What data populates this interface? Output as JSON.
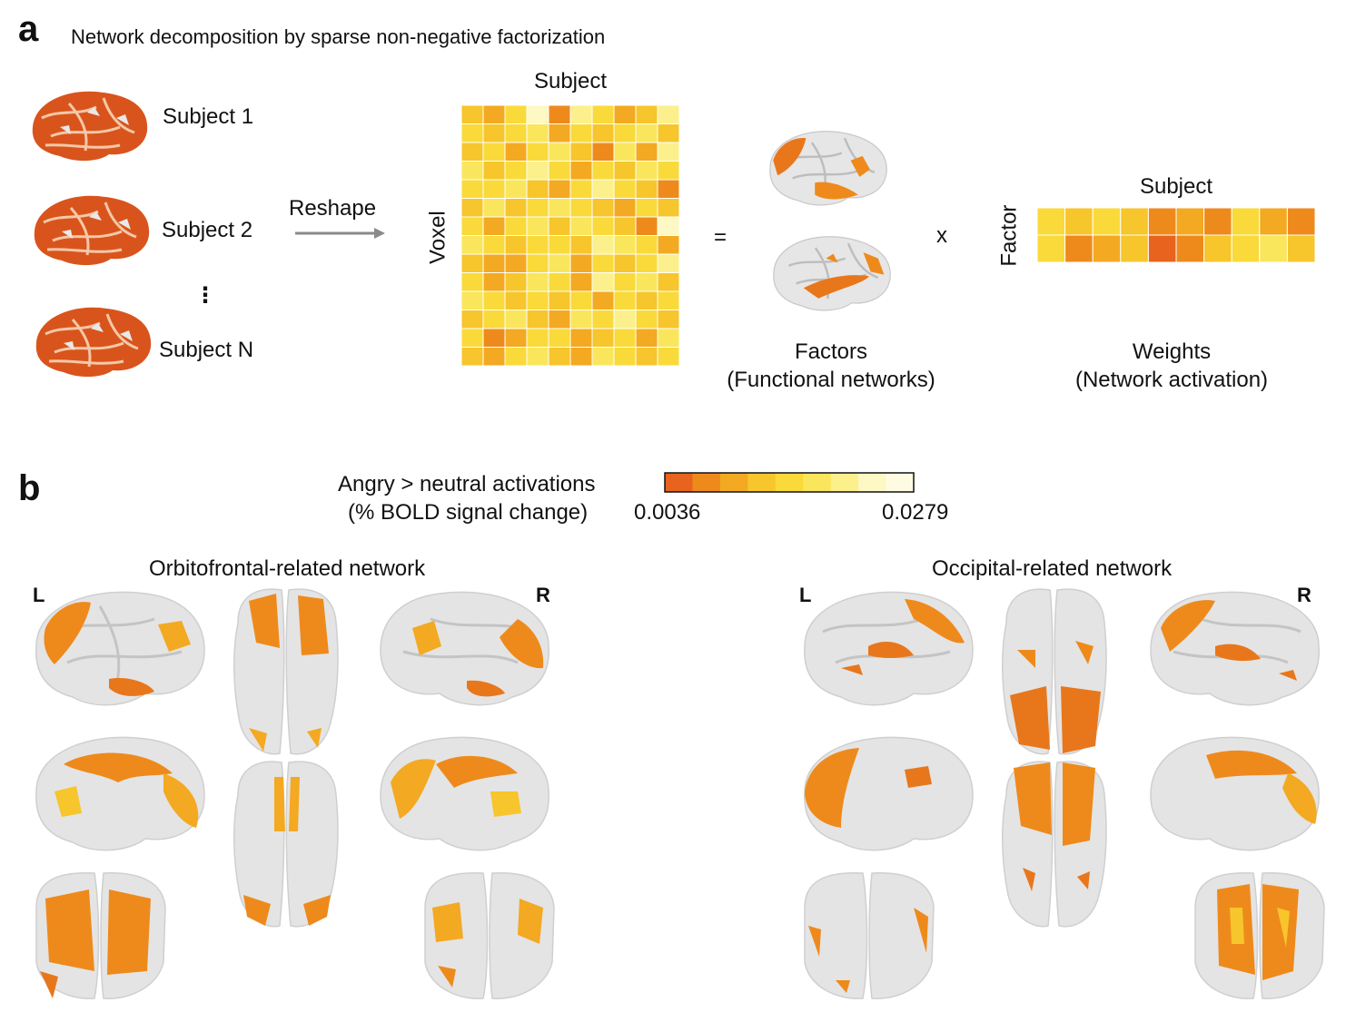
{
  "panel_a": {
    "letter": "a",
    "title": "Network decomposition by sparse non-negative factorization",
    "subjects": [
      "Subject 1",
      "Subject 2",
      "Subject N"
    ],
    "ellipsis": "⋮",
    "reshape_label": "Reshape",
    "matrix_x_label": "Subject",
    "matrix_y_label": "Voxel",
    "equals": "=",
    "times": "x",
    "factors_label_1": "Factors",
    "factors_label_2": "(Functional networks)",
    "weights_x_label": "Subject",
    "weights_y_label": "Factor",
    "weights_label_1": "Weights",
    "weights_label_2": "(Network activation)"
  },
  "panel_b": {
    "letter": "b",
    "colorbar_title_1": "Angry > neutral activations",
    "colorbar_title_2": "(% BOLD signal change)",
    "colorbar_min": "0.0036",
    "colorbar_max": "0.0279",
    "colors": [
      "#e8641e",
      "#ee8a1c",
      "#f3a922",
      "#f7c52c",
      "#f9da3a",
      "#fae65c",
      "#fbf08c",
      "#fdf8c4",
      "#fffbe3"
    ],
    "left_network_title": "Orbitofrontal-related network",
    "right_network_title": "Occipital-related network",
    "hemi_left": "L",
    "hemi_right": "R"
  },
  "matrix_colors": [
    [
      "#f7c52c",
      "#f3a922",
      "#f9da3a",
      "#fdf8c4",
      "#ee8a1c",
      "#fbf08c",
      "#f9da3a",
      "#f3a922",
      "#f7c52c",
      "#fbf08c"
    ],
    [
      "#f9da3a",
      "#f7c52c",
      "#f9da3a",
      "#fae65c",
      "#f3a922",
      "#f9da3a",
      "#f7c52c",
      "#f9da3a",
      "#fae65c",
      "#f7c52c"
    ],
    [
      "#f7c52c",
      "#f9da3a",
      "#f3a922",
      "#f9da3a",
      "#fae65c",
      "#f7c52c",
      "#ee8a1c",
      "#fae65c",
      "#f3a922",
      "#fbf08c"
    ],
    [
      "#fae65c",
      "#f7c52c",
      "#f9da3a",
      "#fbf08c",
      "#f9da3a",
      "#f3a922",
      "#f9da3a",
      "#f7c52c",
      "#fae65c",
      "#f9da3a"
    ],
    [
      "#f9da3a",
      "#f9da3a",
      "#fae65c",
      "#f7c52c",
      "#f3a922",
      "#f9da3a",
      "#fbf08c",
      "#f9da3a",
      "#f7c52c",
      "#ee8a1c"
    ],
    [
      "#f7c52c",
      "#fae65c",
      "#f7c52c",
      "#f9da3a",
      "#fae65c",
      "#f9da3a",
      "#f7c52c",
      "#f3a922",
      "#f9da3a",
      "#f7c52c"
    ],
    [
      "#f9da3a",
      "#f3a922",
      "#f9da3a",
      "#fae65c",
      "#f7c52c",
      "#fae65c",
      "#f9da3a",
      "#f7c52c",
      "#ee8a1c",
      "#fdf8c4"
    ],
    [
      "#fae65c",
      "#f9da3a",
      "#f7c52c",
      "#f9da3a",
      "#f9da3a",
      "#f7c52c",
      "#fbf08c",
      "#fae65c",
      "#f9da3a",
      "#f3a922"
    ],
    [
      "#f7c52c",
      "#f3a922",
      "#f3a922",
      "#f9da3a",
      "#fae65c",
      "#f3a922",
      "#f9da3a",
      "#f7c52c",
      "#f9da3a",
      "#fbf08c"
    ],
    [
      "#f9da3a",
      "#f3a922",
      "#f7c52c",
      "#fae65c",
      "#f9da3a",
      "#f3a922",
      "#fbf08c",
      "#f9da3a",
      "#fae65c",
      "#f7c52c"
    ],
    [
      "#fae65c",
      "#f9da3a",
      "#f7c52c",
      "#f9da3a",
      "#f7c52c",
      "#f9da3a",
      "#f3a922",
      "#f9da3a",
      "#f7c52c",
      "#f9da3a"
    ],
    [
      "#f7c52c",
      "#f9da3a",
      "#fae65c",
      "#f7c52c",
      "#f3a922",
      "#fae65c",
      "#f9da3a",
      "#fbf08c",
      "#f9da3a",
      "#f7c52c"
    ],
    [
      "#f9da3a",
      "#ee8a1c",
      "#f3a922",
      "#f9da3a",
      "#f9da3a",
      "#f3a922",
      "#f7c52c",
      "#f9da3a",
      "#f3a922",
      "#fae65c"
    ],
    [
      "#f7c52c",
      "#f3a922",
      "#f9da3a",
      "#fae65c",
      "#f7c52c",
      "#f3a922",
      "#fae65c",
      "#f9da3a",
      "#f7c52c",
      "#f9da3a"
    ]
  ],
  "weights_colors": [
    [
      "#f9da3a",
      "#f7c52c",
      "#f9da3a",
      "#f7c52c",
      "#ee8a1c",
      "#f3a922",
      "#ee8a1c",
      "#f9da3a",
      "#f3a922",
      "#ee8a1c"
    ],
    [
      "#f9da3a",
      "#ee8a1c",
      "#f3a922",
      "#f7c52c",
      "#e8641e",
      "#ee8a1c",
      "#f7c52c",
      "#f9da3a",
      "#fae65c",
      "#f7c52c"
    ]
  ]
}
